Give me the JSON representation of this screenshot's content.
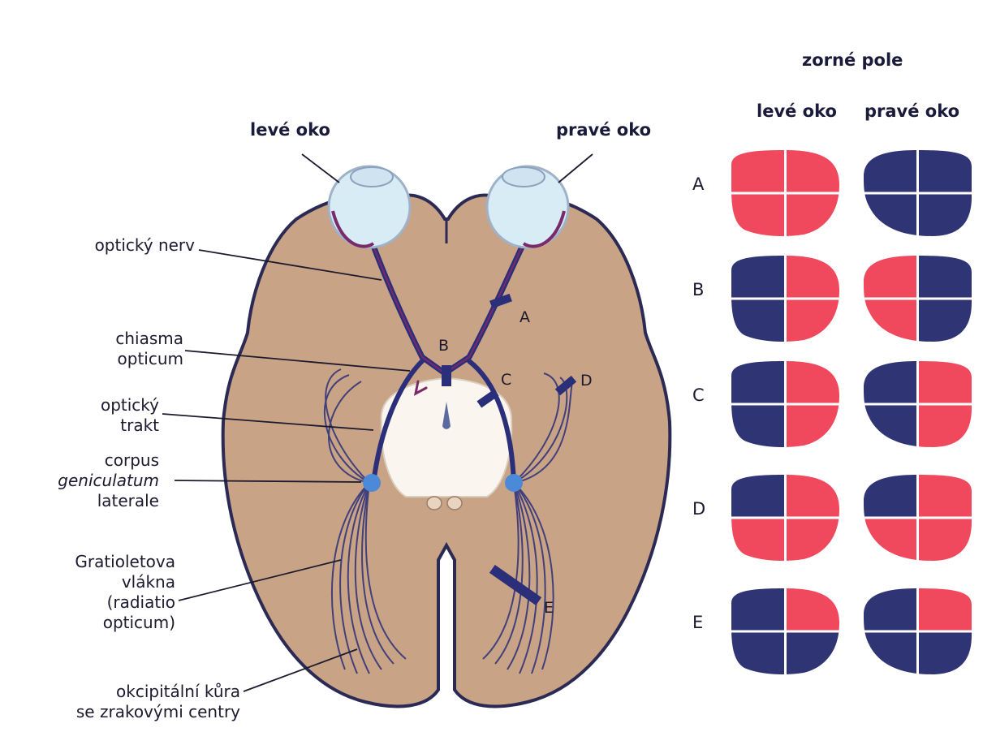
{
  "colors": {
    "brain": "#c9a385",
    "brain_outline": "#2a2a55",
    "field_blind": "#2f3474",
    "field_seen": "#f0495e",
    "nerve": "#2b2f7a",
    "nerve_inner": "#7a2a6a",
    "eye": "#d8ecf6",
    "center_region": "#faf6ef",
    "nucleus": "#4a8ad8"
  },
  "header": {
    "visual_field": "zorné pole",
    "left_eye_col": "levé oko",
    "right_eye_col": "pravé oko"
  },
  "eyes": {
    "left": "levé oko",
    "right": "pravé oko"
  },
  "labels": {
    "optic_nerve": "optický nerv",
    "chiasma_1": "chiasma",
    "chiasma_2": "opticum",
    "tract_1": "optický",
    "tract_2": "trakt",
    "lgn_1": "corpus",
    "lgn_2": "geniculatum",
    "lgn_3": "laterale",
    "grat_1": "Gratioletova",
    "grat_2": "vlákna",
    "grat_3": "(radiatio",
    "grat_4": "opticum)",
    "occ_1": "okcipitální kůra",
    "occ_2": "se zrakovými centry"
  },
  "lesions": {
    "A": "A",
    "B": "B",
    "C": "C",
    "D": "D",
    "E": "E"
  },
  "field_rows": [
    {
      "label": "A",
      "left": [
        "seen",
        "seen",
        "seen",
        "seen"
      ],
      "right": [
        "blind",
        "blind",
        "blind",
        "blind"
      ]
    },
    {
      "label": "B",
      "left": [
        "blind",
        "seen",
        "blind",
        "seen"
      ],
      "right": [
        "seen",
        "blind",
        "seen",
        "blind"
      ]
    },
    {
      "label": "C",
      "left": [
        "blind",
        "seen",
        "blind",
        "seen"
      ],
      "right": [
        "blind",
        "seen",
        "blind",
        "seen"
      ]
    },
    {
      "label": "D",
      "left": [
        "blind",
        "seen",
        "seen",
        "seen"
      ],
      "right": [
        "blind",
        "seen",
        "seen",
        "seen"
      ]
    },
    {
      "label": "E",
      "left": [
        "blind",
        "seen",
        "blind",
        "blind"
      ],
      "right": [
        "blind",
        "seen",
        "blind",
        "blind"
      ]
    }
  ]
}
